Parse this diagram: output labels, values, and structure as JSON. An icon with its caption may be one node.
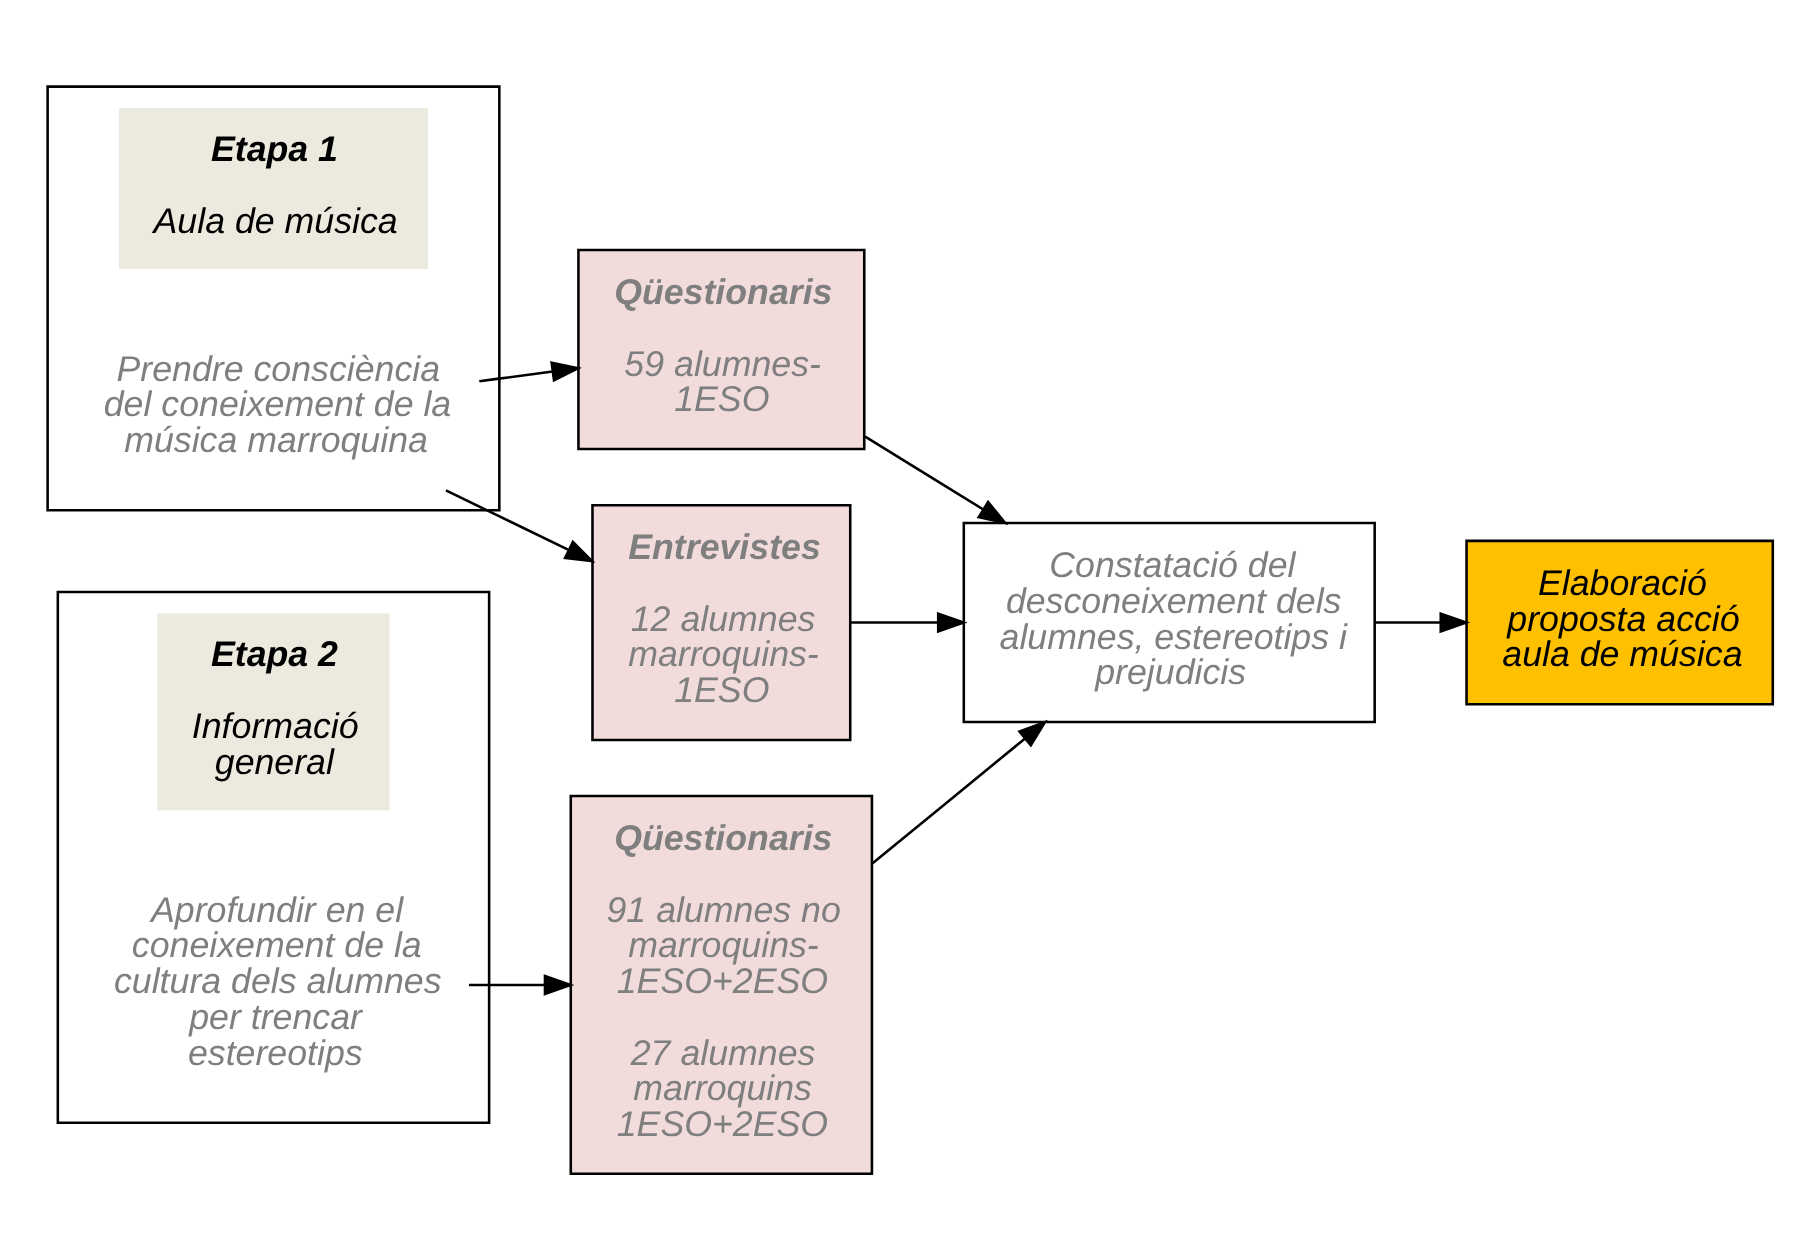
{
  "diagram": {
    "nodes": [
      {
        "text": [],
        "shape": "box"
      },
      {
        "text": [
          "Etapa 1",
          "Aula de música"
        ],
        "in": 0
      },
      {
        "text": [
          "Prendre consciència del coneixement de la música marroquina"
        ],
        "in": 0
      },
      {
        "text": [
          "Qüestionaris",
          "59 alumnes- 1ESO"
        ]
      },
      {
        "text": [
          "Entrevistes",
          "12 alumnes marroquins- 1ESO"
        ]
      },
      {
        "text": [
          "Constatació del desconeixement dels alumnes, estereotips i prejudicis"
        ]
      },
      {
        "text": [],
        "shape": "box"
      },
      {
        "text": [
          "Etapa 2",
          "Informació general"
        ],
        "in": 6
      },
      {
        "text": [
          "Aprofundir en el coneixement de la cultura dels alumnes per trencar estereotips"
        ],
        "in": 6
      },
      {
        "text": [
          "Qüestionaris",
          "91 alumnes no marroquins- 1ESO+2ESO",
          "27 alumnes marroquins 1ESO+2ESO"
        ]
      },
      {
        "text": [
          "Elaboració proposta acció aula de música"
        ]
      }
    ],
    "edges": [
      {
        "from": 2,
        "to": 3,
        "arrow": "to"
      },
      {
        "from": 2,
        "to": 4,
        "arrow": "to"
      },
      {
        "from": 3,
        "to": 5,
        "arrow": "to"
      },
      {
        "from": 4,
        "to": 5,
        "arrow": "to"
      },
      {
        "from": 8,
        "to": 9,
        "arrow": "to"
      },
      {
        "from": 9,
        "to": 5,
        "arrow": "to"
      },
      {
        "from": 5,
        "to": 10,
        "arrow": "to"
      }
    ]
  }
}
